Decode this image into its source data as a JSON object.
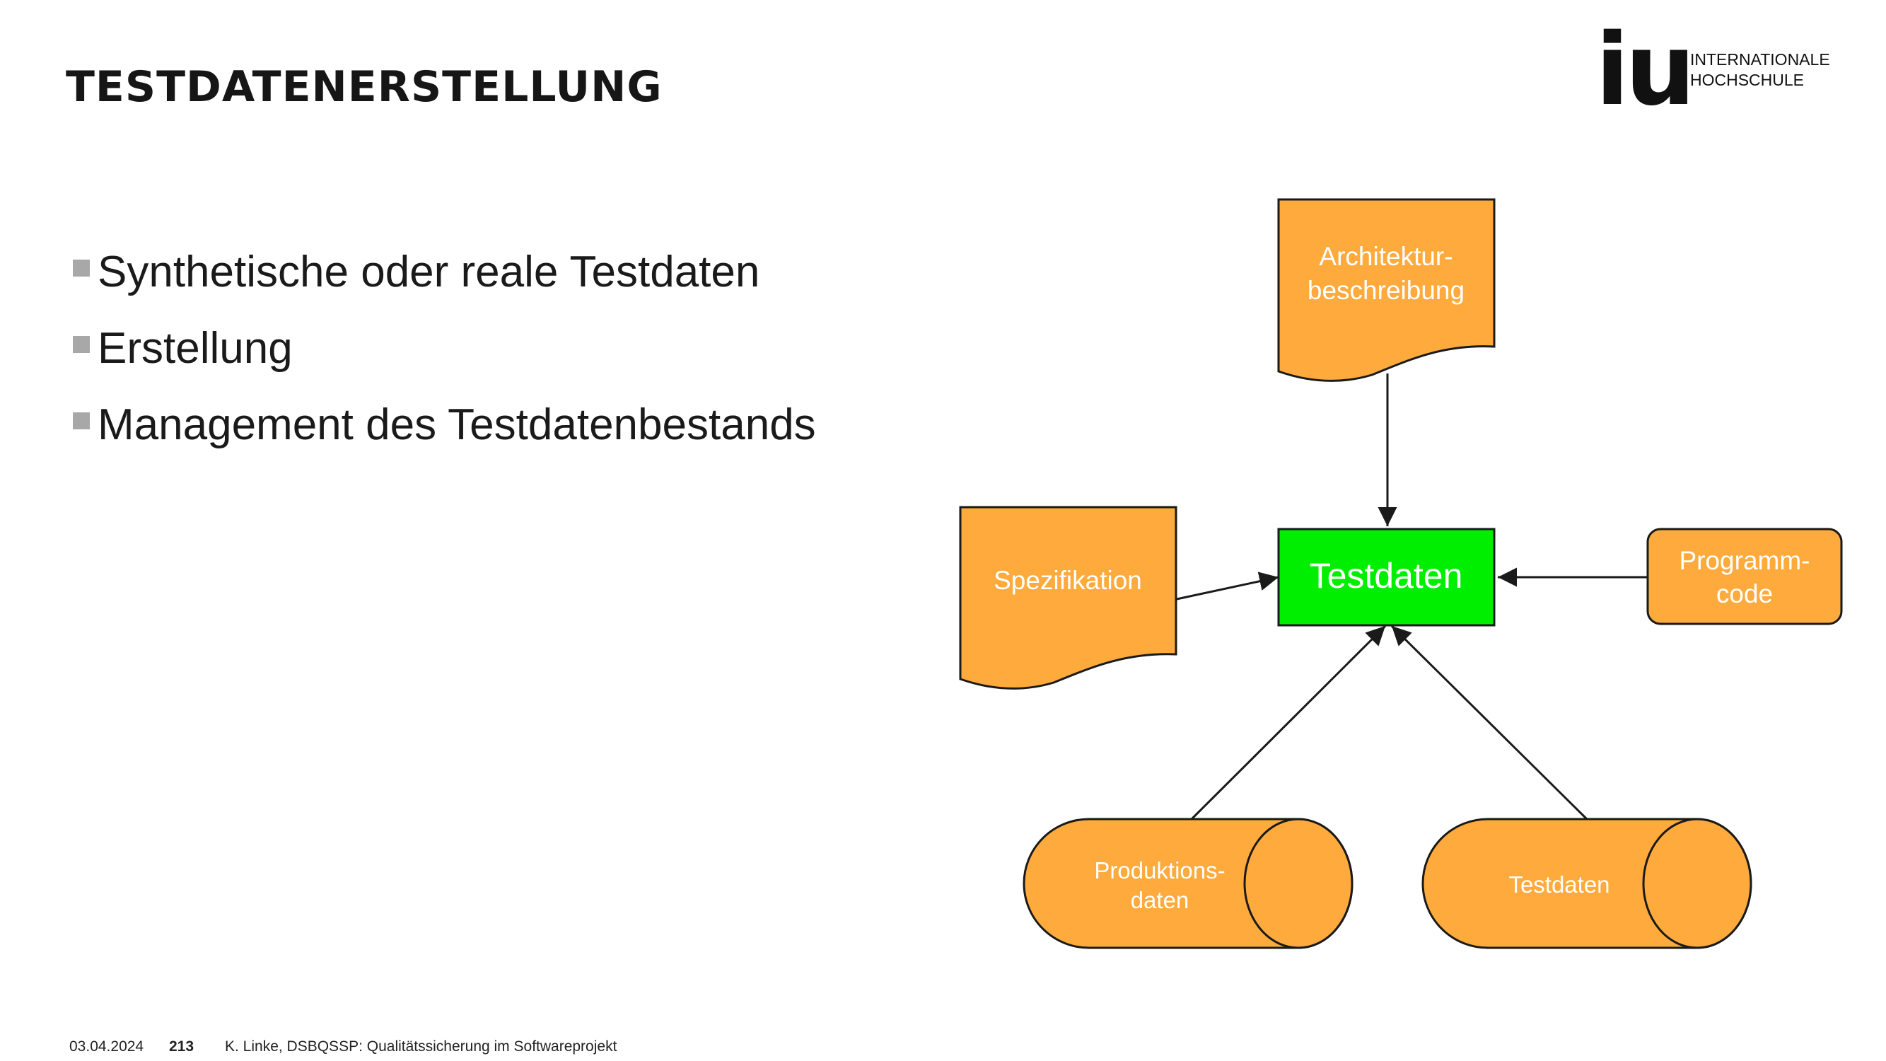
{
  "title": "TESTDATENERSTELLUNG",
  "logo": {
    "mark": "iu",
    "line1": "INTERNATIONALE",
    "line2": "HOCHSCHULE"
  },
  "bullets": [
    "Synthetische oder reale Testdaten",
    "Erstellung",
    "Management des Testdatenbestands"
  ],
  "diagram": {
    "center": "Testdaten",
    "architektur": [
      "Architektur-",
      "beschreibung"
    ],
    "spezifikation": "Spezifikation",
    "programmcode": [
      "Programm-",
      "code"
    ],
    "produktionsdaten": [
      "Produktions-",
      "daten"
    ],
    "testdaten_store": "Testdaten",
    "colors": {
      "orange": "#ffaa3c",
      "green": "#00ee00",
      "stroke": "#1a1a1a"
    }
  },
  "footer": {
    "date": "03.04.2024",
    "page": "213",
    "author": "K. Linke, DSBQSSP: Qualitätssicherung im Softwareprojekt"
  }
}
